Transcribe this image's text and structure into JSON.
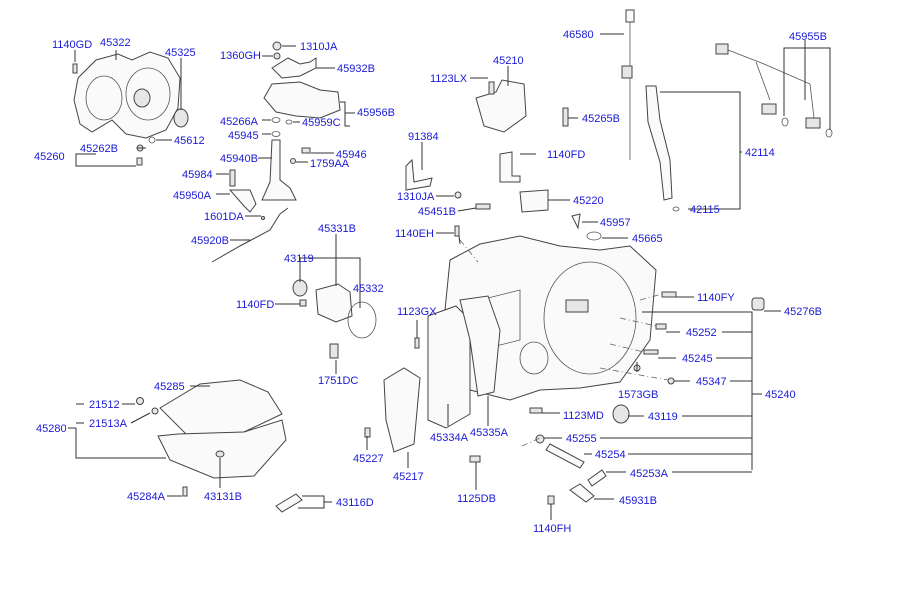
{
  "title": "Transaxle Case & Related Parts — Exploded Parts Diagram",
  "colors": {
    "label": "#1a1ad6",
    "line": "#333333",
    "background": "#ffffff"
  },
  "labels": [
    {
      "id": "1140GD",
      "text": "1140GD"
    },
    {
      "id": "45322",
      "text": "45322"
    },
    {
      "id": "45325",
      "text": "45325"
    },
    {
      "id": "45612",
      "text": "45612"
    },
    {
      "id": "45260",
      "text": "45260"
    },
    {
      "id": "45262B",
      "text": "45262B"
    },
    {
      "id": "1360GH",
      "text": "1360GH"
    },
    {
      "id": "1310JA_top",
      "text": "1310JA"
    },
    {
      "id": "45932B",
      "text": "45932B"
    },
    {
      "id": "45956B",
      "text": "45956B"
    },
    {
      "id": "45266A",
      "text": "45266A"
    },
    {
      "id": "45959C",
      "text": "45959C"
    },
    {
      "id": "45945",
      "text": "45945"
    },
    {
      "id": "45940B",
      "text": "45940B"
    },
    {
      "id": "45946",
      "text": "45946"
    },
    {
      "id": "1759AA",
      "text": "1759AA"
    },
    {
      "id": "45984",
      "text": "45984"
    },
    {
      "id": "45950A",
      "text": "45950A"
    },
    {
      "id": "1601DA",
      "text": "1601DA"
    },
    {
      "id": "45920B",
      "text": "45920B"
    },
    {
      "id": "45331B",
      "text": "45331B"
    },
    {
      "id": "43119_left",
      "text": "43119"
    },
    {
      "id": "45332",
      "text": "45332"
    },
    {
      "id": "1140FD_left",
      "text": "1140FD"
    },
    {
      "id": "1751DC",
      "text": "1751DC"
    },
    {
      "id": "45285",
      "text": "45285"
    },
    {
      "id": "21512",
      "text": "21512"
    },
    {
      "id": "21513A",
      "text": "21513A"
    },
    {
      "id": "45280",
      "text": "45280"
    },
    {
      "id": "45284A",
      "text": "45284A"
    },
    {
      "id": "43131B",
      "text": "43131B"
    },
    {
      "id": "43116D",
      "text": "43116D"
    },
    {
      "id": "1123LX",
      "text": "1123LX"
    },
    {
      "id": "45210",
      "text": "45210"
    },
    {
      "id": "91384",
      "text": "91384"
    },
    {
      "id": "1140FD_mid",
      "text": "1140FD"
    },
    {
      "id": "45265B",
      "text": "45265B"
    },
    {
      "id": "1310JA_mid",
      "text": "1310JA"
    },
    {
      "id": "45451B",
      "text": "45451B"
    },
    {
      "id": "45220",
      "text": "45220"
    },
    {
      "id": "1140EH",
      "text": "1140EH"
    },
    {
      "id": "45957",
      "text": "45957"
    },
    {
      "id": "45665",
      "text": "45665"
    },
    {
      "id": "46580",
      "text": "46580"
    },
    {
      "id": "42114",
      "text": "42114"
    },
    {
      "id": "42115",
      "text": "42115"
    },
    {
      "id": "45955B",
      "text": "45955B"
    },
    {
      "id": "1140FY",
      "text": "1140FY"
    },
    {
      "id": "45276B",
      "text": "45276B"
    },
    {
      "id": "45252",
      "text": "45252"
    },
    {
      "id": "45245",
      "text": "45245"
    },
    {
      "id": "45347",
      "text": "45347"
    },
    {
      "id": "45240",
      "text": "45240"
    },
    {
      "id": "1573GB",
      "text": "1573GB"
    },
    {
      "id": "1123GX",
      "text": "1123GX"
    },
    {
      "id": "45334A",
      "text": "45334A"
    },
    {
      "id": "45335A",
      "text": "45335A"
    },
    {
      "id": "45227",
      "text": "45227"
    },
    {
      "id": "45217",
      "text": "45217"
    },
    {
      "id": "1125DB",
      "text": "1125DB"
    },
    {
      "id": "1123MD",
      "text": "1123MD"
    },
    {
      "id": "43119_right",
      "text": "43119"
    },
    {
      "id": "45255",
      "text": "45255"
    },
    {
      "id": "45254",
      "text": "45254"
    },
    {
      "id": "45253A",
      "text": "45253A"
    },
    {
      "id": "45931B",
      "text": "45931B"
    },
    {
      "id": "1140FH",
      "text": "1140FH"
    }
  ]
}
